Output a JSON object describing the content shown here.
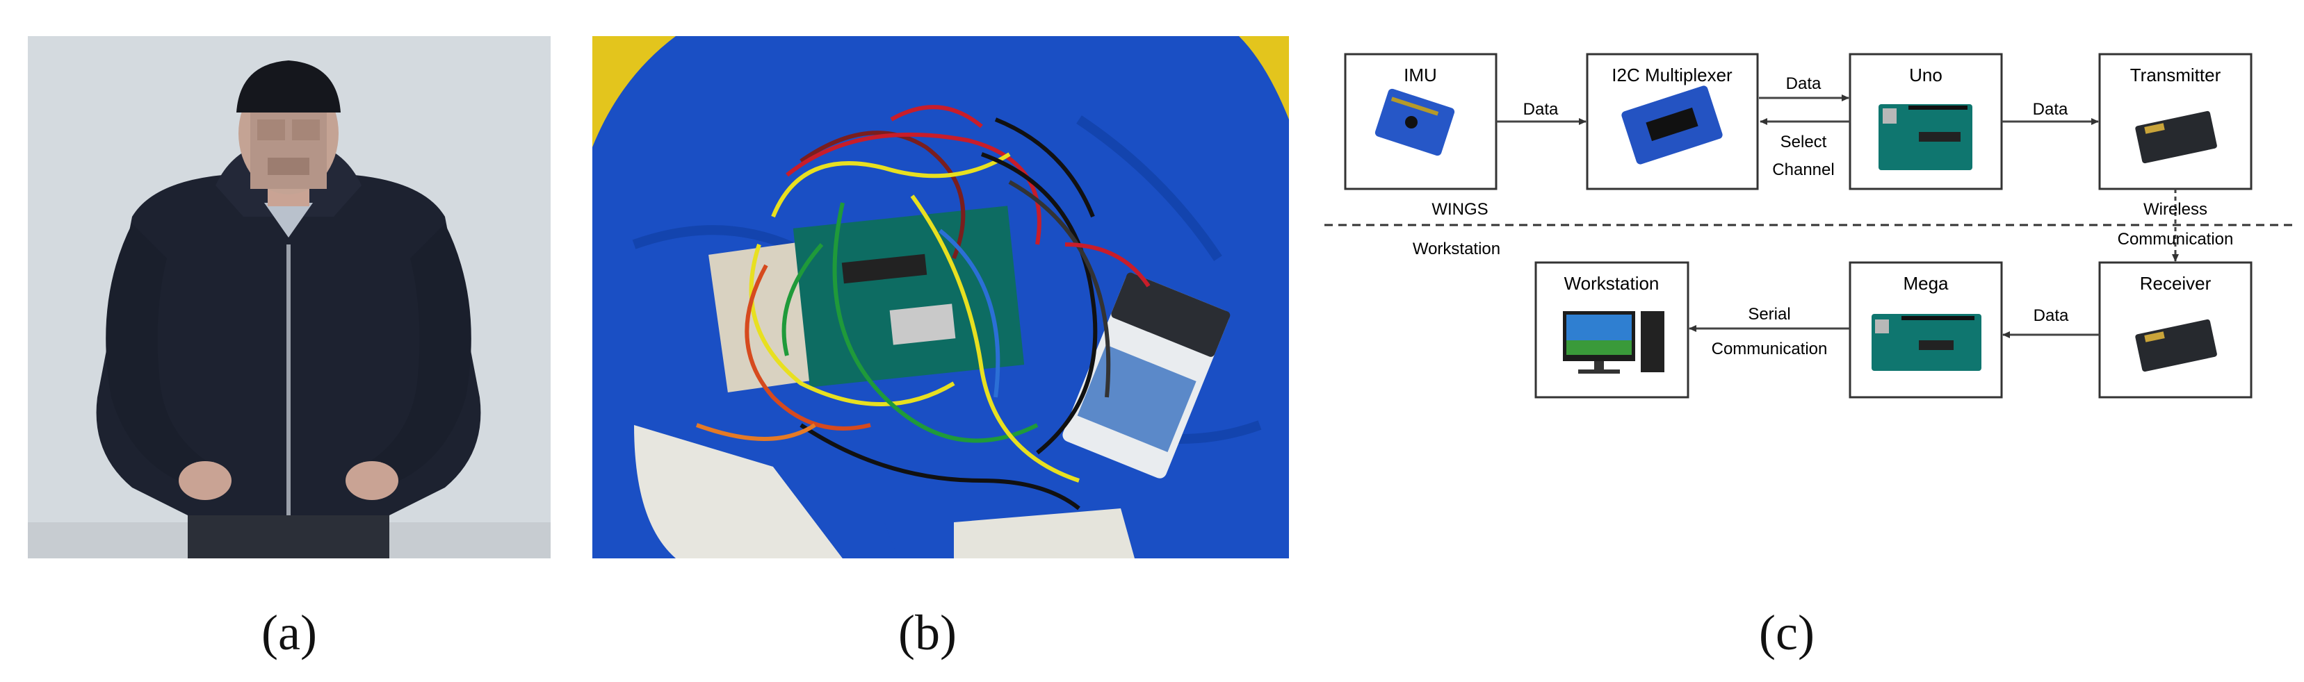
{
  "captions": {
    "a": "(a)",
    "b": "(b)",
    "c": "(c)"
  },
  "photo_a": {
    "subject": "person-in-black-hoodie-face-blurred"
  },
  "photo_b": {
    "subject": "arduino-wiring-with-9v-battery-on-blue-cloth"
  },
  "diagram": {
    "boxes": {
      "imu": "IMU",
      "mux": "I2C Multiplexer",
      "uno": "Uno",
      "transmitter": "Transmitter",
      "receiver": "Receiver",
      "mega": "Mega",
      "workstation": "Workstation"
    },
    "arrows": {
      "imu_mux": "Data",
      "mux_uno": "Data",
      "uno_mux_1": "Select",
      "uno_mux_2": "Channel",
      "uno_tx": "Data",
      "wireless_1": "Wireless",
      "wireless_2": "Communication",
      "rx_mega": "Data",
      "serial_1": "Serial",
      "serial_2": "Communication"
    },
    "zones": {
      "top": "WINGS",
      "bottom": "Workstation"
    }
  },
  "colors": {
    "box_border": "#333333",
    "arrow": "#444444",
    "board_blue": "#1f4fb8",
    "arduino_teal": "#0e6f6b",
    "cloth_blue": "#1450c8",
    "wall": "#d8dde2"
  }
}
